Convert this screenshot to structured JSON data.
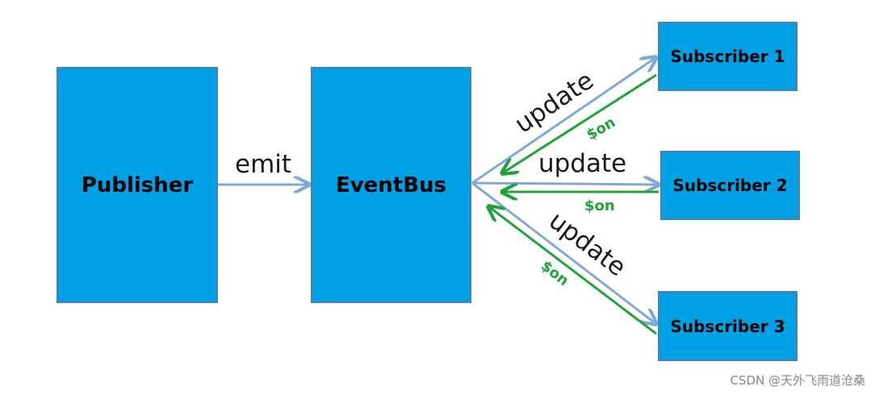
{
  "nodes": {
    "publisher": "Publisher",
    "eventbus": "EventBus",
    "subscriber1": "Subscriber 1",
    "subscriber2": "Subscriber 2",
    "subscriber3": "Subscriber 3"
  },
  "edges": {
    "emit": "emit",
    "update1": "update",
    "update2": "update",
    "update3": "update",
    "on1": "$on",
    "on2": "$on",
    "on3": "$on"
  },
  "colors": {
    "box_fill": "#00a0e4",
    "box_border": "#4a7fb8",
    "publish_arrow": "#7fa9d6",
    "subscribe_arrow": "#22a33a"
  },
  "watermark": "CSDN @天外飞雨道沧桑"
}
